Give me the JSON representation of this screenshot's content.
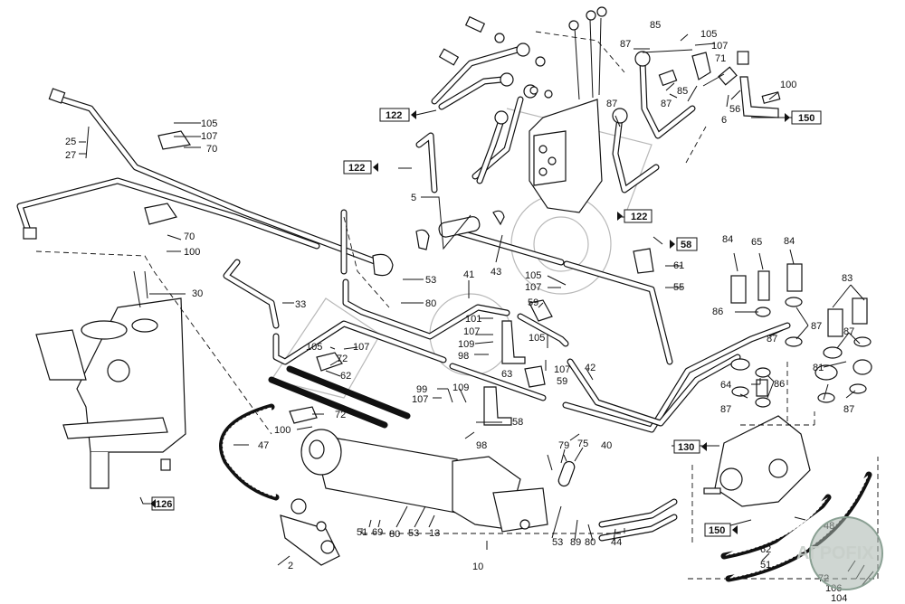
{
  "diagram": {
    "title": "Hydraulic system exploded parts diagram",
    "watermark_text": "AGROFIX",
    "logo_text": "АГРОFIX",
    "labels": [
      {
        "id": "25",
        "text": "25"
      },
      {
        "id": "27",
        "text": "27"
      },
      {
        "id": "105a",
        "text": "105"
      },
      {
        "id": "107a",
        "text": "107"
      },
      {
        "id": "70a",
        "text": "70"
      },
      {
        "id": "70b",
        "text": "70"
      },
      {
        "id": "100a",
        "text": "100"
      },
      {
        "id": "30",
        "text": "30"
      },
      {
        "id": "33",
        "text": "33"
      },
      {
        "id": "5",
        "text": "5"
      },
      {
        "id": "43",
        "text": "43"
      },
      {
        "id": "41",
        "text": "41"
      },
      {
        "id": "53a",
        "text": "53"
      },
      {
        "id": "80a",
        "text": "80"
      },
      {
        "id": "105b",
        "text": "105"
      },
      {
        "id": "107b",
        "text": "107"
      },
      {
        "id": "59a",
        "text": "59"
      },
      {
        "id": "101",
        "text": "101"
      },
      {
        "id": "107c",
        "text": "107"
      },
      {
        "id": "109a",
        "text": "109"
      },
      {
        "id": "98a",
        "text": "98"
      },
      {
        "id": "63",
        "text": "63"
      },
      {
        "id": "105c",
        "text": "105"
      },
      {
        "id": "107d",
        "text": "107"
      },
      {
        "id": "59b",
        "text": "59"
      },
      {
        "id": "105d",
        "text": "105"
      },
      {
        "id": "107e",
        "text": "107"
      },
      {
        "id": "72a",
        "text": "72"
      },
      {
        "id": "62a",
        "text": "62"
      },
      {
        "id": "99",
        "text": "99"
      },
      {
        "id": "107f",
        "text": "107"
      },
      {
        "id": "109b",
        "text": "109"
      },
      {
        "id": "58a",
        "text": "58"
      },
      {
        "id": "98b",
        "text": "98"
      },
      {
        "id": "72b",
        "text": "72"
      },
      {
        "id": "100b",
        "text": "100"
      },
      {
        "id": "47",
        "text": "47"
      },
      {
        "id": "2",
        "text": "2"
      },
      {
        "id": "42",
        "text": "42"
      },
      {
        "id": "40",
        "text": "40"
      },
      {
        "id": "79",
        "text": "79"
      },
      {
        "id": "75",
        "text": "75"
      },
      {
        "id": "51a",
        "text": "51"
      },
      {
        "id": "69",
        "text": "69"
      },
      {
        "id": "80b",
        "text": "80"
      },
      {
        "id": "53b",
        "text": "53"
      },
      {
        "id": "13",
        "text": "13"
      },
      {
        "id": "53c",
        "text": "53"
      },
      {
        "id": "89",
        "text": "89"
      },
      {
        "id": "80c",
        "text": "80"
      },
      {
        "id": "44",
        "text": "44"
      },
      {
        "id": "10",
        "text": "10"
      },
      {
        "id": "85a",
        "text": "85"
      },
      {
        "id": "105e",
        "text": "105"
      },
      {
        "id": "107g",
        "text": "107"
      },
      {
        "id": "87a",
        "text": "87"
      },
      {
        "id": "71",
        "text": "71"
      },
      {
        "id": "85b",
        "text": "85"
      },
      {
        "id": "87b",
        "text": "87"
      },
      {
        "id": "87c",
        "text": "87"
      },
      {
        "id": "100c",
        "text": "100"
      },
      {
        "id": "56",
        "text": "56"
      },
      {
        "id": "6",
        "text": "6"
      },
      {
        "id": "61",
        "text": "61"
      },
      {
        "id": "55",
        "text": "55"
      },
      {
        "id": "84a",
        "text": "84"
      },
      {
        "id": "65",
        "text": "65"
      },
      {
        "id": "84b",
        "text": "84"
      },
      {
        "id": "83",
        "text": "83"
      },
      {
        "id": "86a",
        "text": "86"
      },
      {
        "id": "87d",
        "text": "87"
      },
      {
        "id": "87e",
        "text": "87"
      },
      {
        "id": "87f",
        "text": "87"
      },
      {
        "id": "81",
        "text": "81"
      },
      {
        "id": "64",
        "text": "64"
      },
      {
        "id": "86b",
        "text": "86"
      },
      {
        "id": "87g",
        "text": "87"
      },
      {
        "id": "87h",
        "text": "87"
      },
      {
        "id": "48",
        "text": "48"
      },
      {
        "id": "62b",
        "text": "62"
      },
      {
        "id": "51b",
        "text": "51"
      },
      {
        "id": "72c",
        "text": "72"
      },
      {
        "id": "106",
        "text": "106"
      },
      {
        "id": "104",
        "text": "104"
      }
    ],
    "references": [
      {
        "id": "ref122a",
        "text": "122"
      },
      {
        "id": "ref122b",
        "text": "122"
      },
      {
        "id": "ref122c",
        "text": "122"
      },
      {
        "id": "ref58",
        "text": "58"
      },
      {
        "id": "ref150a",
        "text": "150"
      },
      {
        "id": "ref130",
        "text": "130"
      },
      {
        "id": "ref150b",
        "text": "150"
      },
      {
        "id": "ref126",
        "text": "126"
      }
    ]
  }
}
